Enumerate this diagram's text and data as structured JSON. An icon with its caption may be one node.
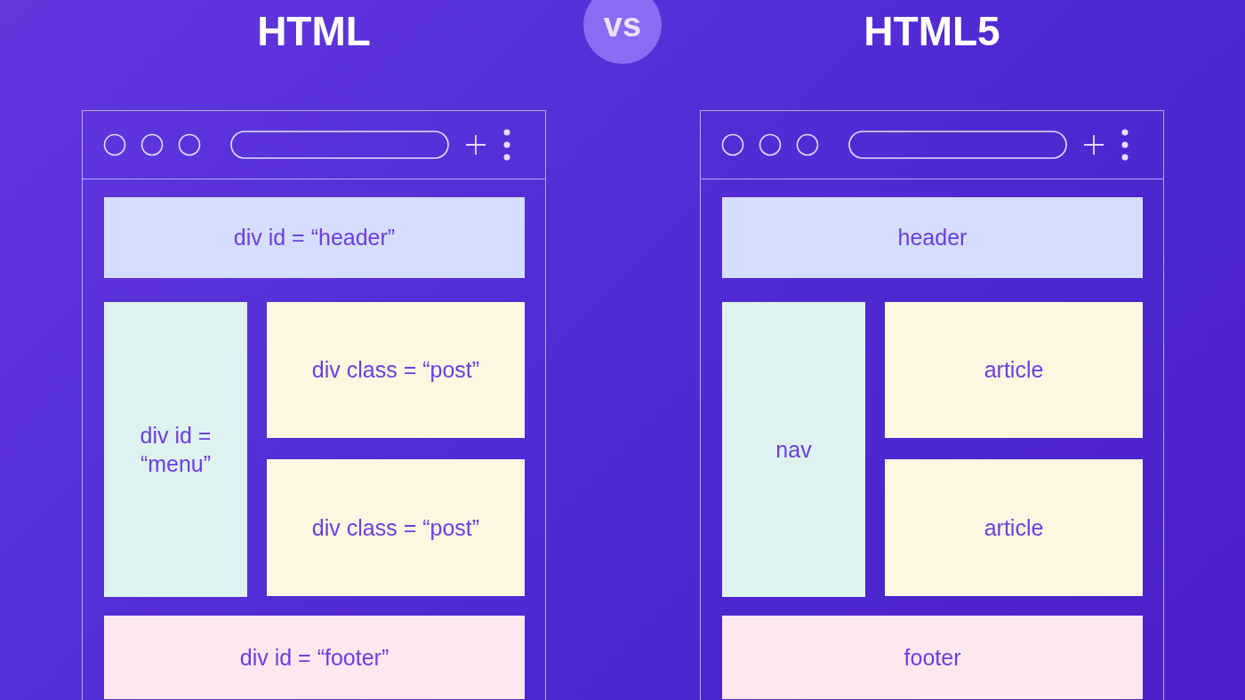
{
  "diagram": {
    "nodes": [
      {
        "text": [
          "HTML"
        ]
      },
      {
        "text": [
          "div id = “header”"
        ],
        "in": 0
      },
      {
        "text": [
          "div id = “menu”"
        ],
        "in": 0
      },
      {
        "text": [
          "div class = “post”"
        ],
        "in": 0
      },
      {
        "text": [
          "div class = “post”"
        ],
        "in": 0
      },
      {
        "text": [
          "div id = “footer”"
        ],
        "in": 0
      },
      {
        "text": [
          "vs"
        ]
      },
      {
        "text": [
          "HTML5"
        ]
      },
      {
        "text": [
          "header"
        ],
        "in": 7
      },
      {
        "text": [
          "nav"
        ],
        "in": 7
      },
      {
        "text": [
          "article"
        ],
        "in": 7
      },
      {
        "text": [
          "article"
        ],
        "in": 7
      },
      {
        "text": [
          "footer"
        ],
        "in": 7
      }
    ],
    "edges": []
  }
}
